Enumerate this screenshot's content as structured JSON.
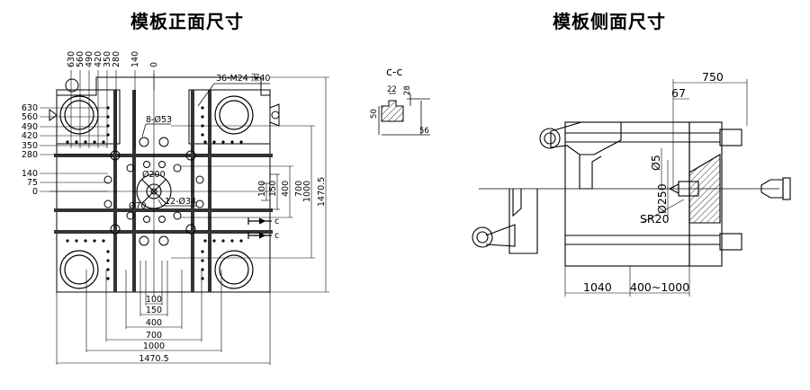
{
  "titles": {
    "front": "模板正面尺寸",
    "side": "模板侧面尺寸"
  },
  "front_view": {
    "top_dims": [
      "630",
      "560",
      "490",
      "420",
      "350",
      "280",
      "140",
      "0"
    ],
    "left_dims": [
      "630",
      "560",
      "490",
      "420",
      "350",
      "280",
      "140",
      "75",
      "0"
    ],
    "callout_tapped_holes": "36-M24 深40",
    "callout_8_holes": "8-Ø53",
    "callout_12_holes": "12-Ø34",
    "center_ring_dia": "Ø200",
    "inner_ring_dia": "Ø70",
    "right_dims": [
      "100",
      "150",
      "400",
      "700",
      "1000",
      "1470.5"
    ],
    "bottom_dims": [
      "100",
      "150",
      "400",
      "700",
      "1000",
      "1470.5"
    ],
    "section_marks": [
      "c",
      "c"
    ]
  },
  "section_view": {
    "label": "c-c",
    "dims": [
      "22",
      "28",
      "50",
      "56"
    ]
  },
  "side_view": {
    "dims": [
      "750",
      "67",
      "Ø5",
      "Ø250",
      "SR20",
      "1040",
      "400~1000"
    ]
  }
}
